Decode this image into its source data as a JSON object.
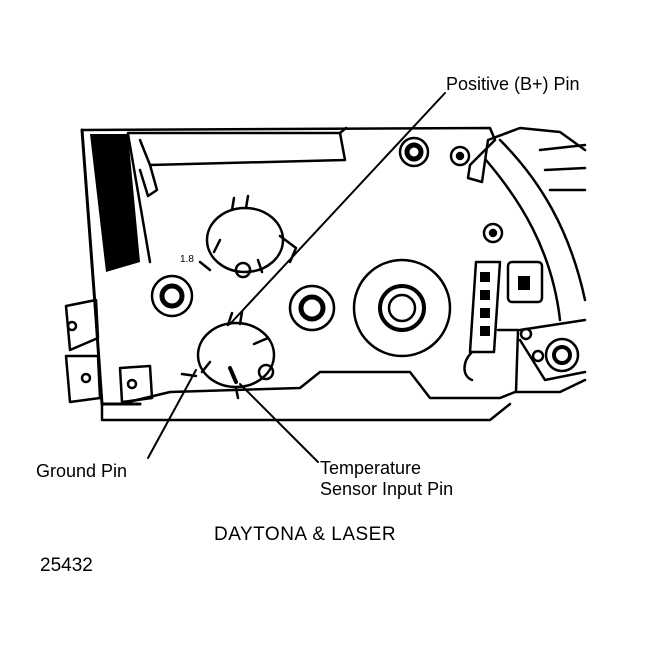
{
  "labels": {
    "positive_pin": "Positive (B+) Pin",
    "ground_pin": "Ground Pin",
    "temp_sensor_line1": "Temperature",
    "temp_sensor_line2": "Sensor Input Pin"
  },
  "caption": "DAYTONA & LASER",
  "figure_number": "25432",
  "colors": {
    "ink": "#000000",
    "paper": "#ffffff"
  }
}
